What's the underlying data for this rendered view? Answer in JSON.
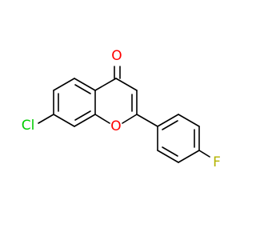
{
  "molecule": {
    "atoms": {
      "carbonyl_oxygen": {
        "symbol": "O",
        "color": "#ff0000"
      },
      "ring_oxygen": {
        "symbol": "O",
        "color": "#ff0000"
      },
      "chlorine": {
        "symbol": "Cl",
        "color": "#00cc00"
      },
      "fluorine": {
        "symbol": "F",
        "color": "#b3b300"
      }
    },
    "bond_color": "#000000"
  }
}
